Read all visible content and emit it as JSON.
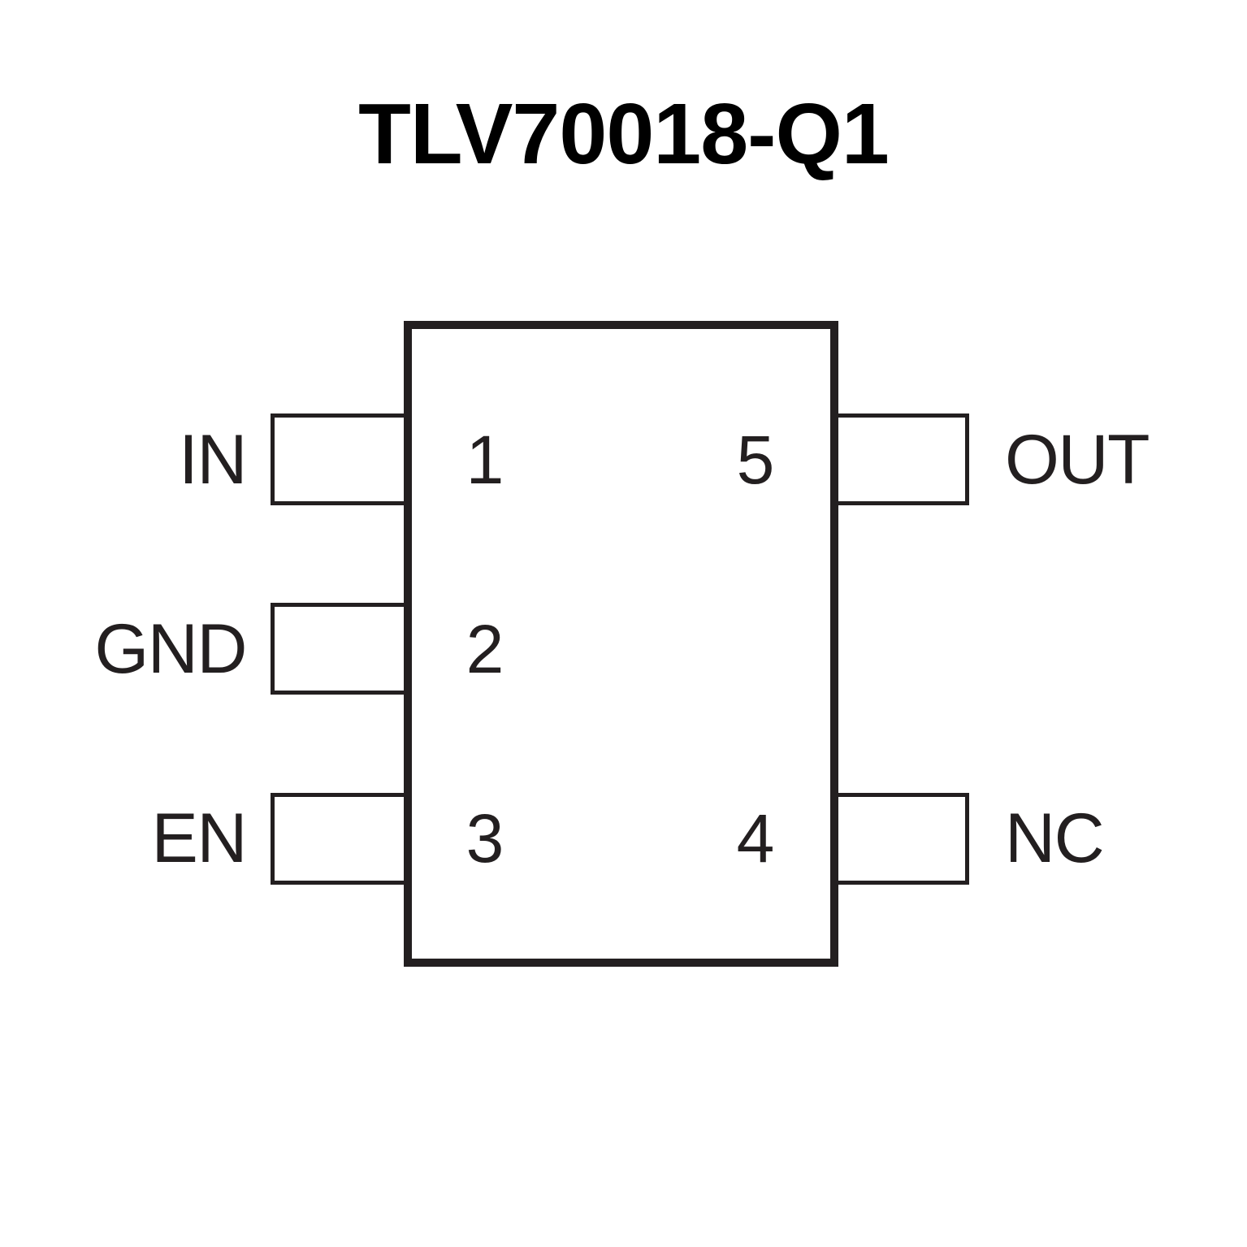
{
  "title": "TLV70018-Q1",
  "ic": {
    "left_pins": [
      {
        "number": "1",
        "label": "IN"
      },
      {
        "number": "2",
        "label": "GND"
      },
      {
        "number": "3",
        "label": "EN"
      }
    ],
    "right_pins": [
      {
        "number": "5",
        "label": "OUT"
      },
      {
        "number": "4",
        "label": "NC"
      }
    ]
  },
  "colors": {
    "ink": "#231f20",
    "title": "#000000",
    "background": "#ffffff"
  }
}
